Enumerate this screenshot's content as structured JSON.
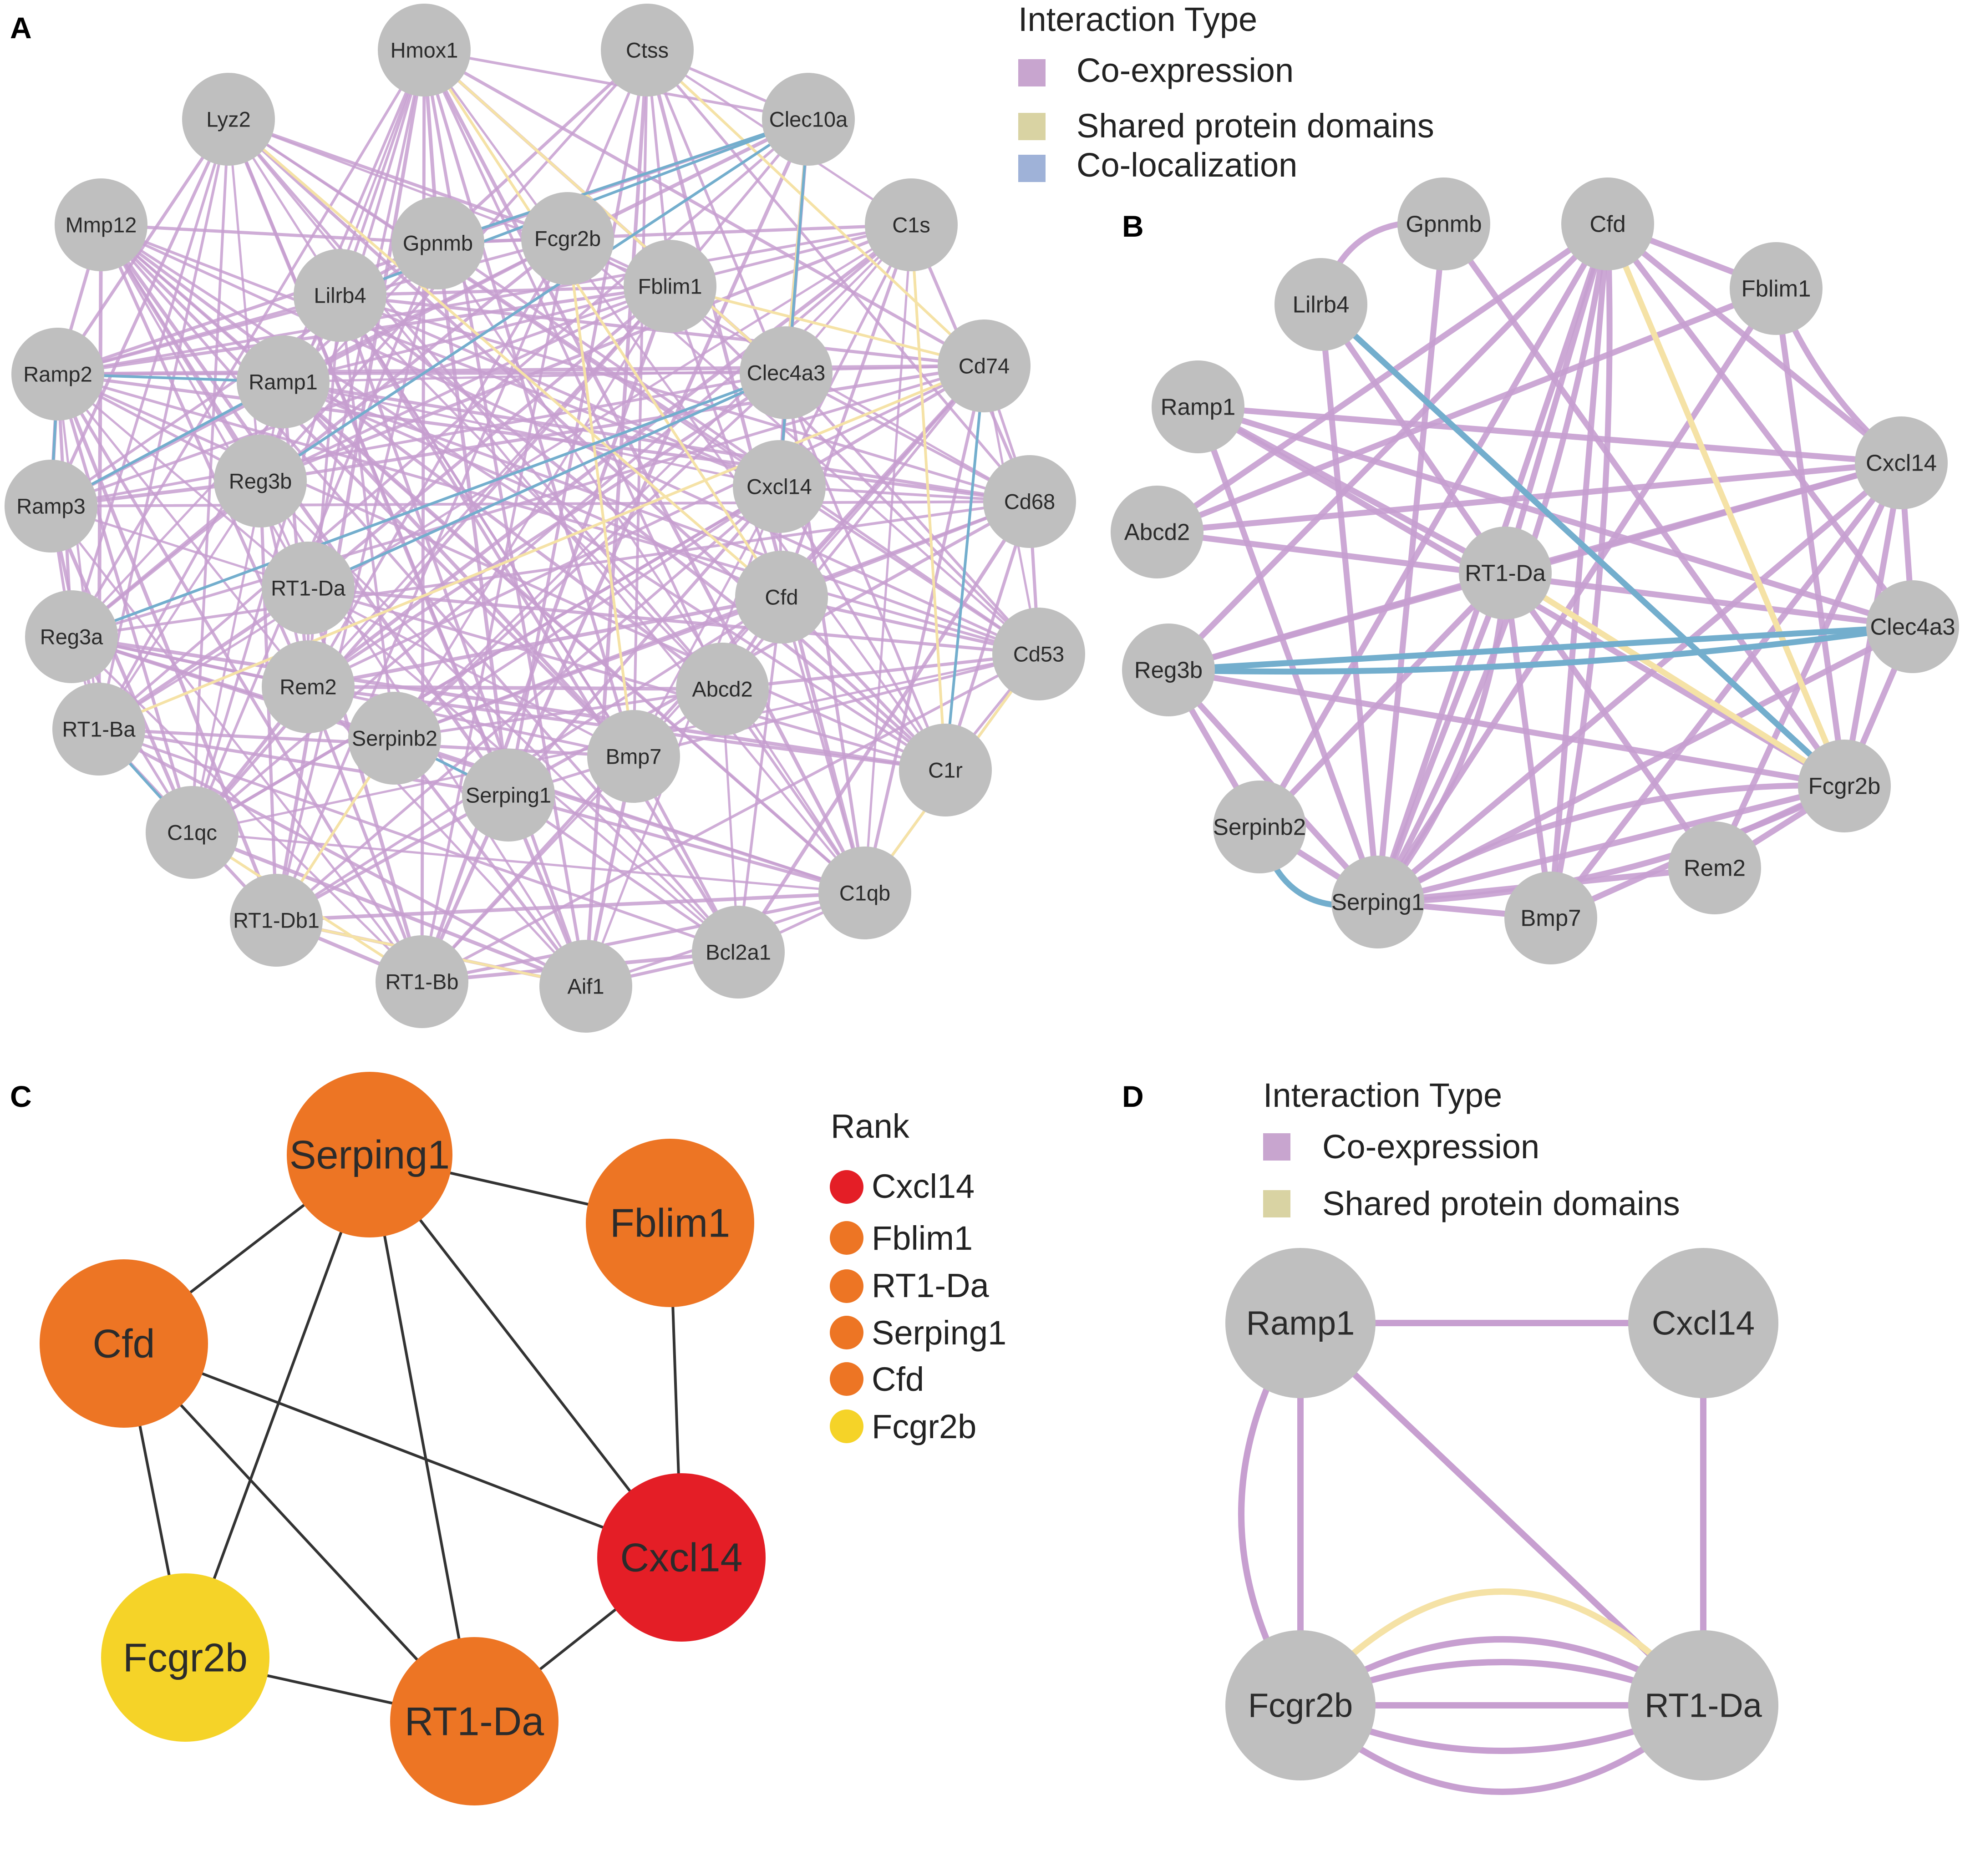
{
  "colors": {
    "node_gray": "#bfbfbf",
    "coexpression": "#c79fd0",
    "shared_domains": "#f5e2a6",
    "colocalization": "#73aecd",
    "rank_black_edge": "#333333"
  },
  "panel_a": {
    "letter": "A",
    "legend": {
      "title": "Interaction Type",
      "items": [
        {
          "label": "Co-expression",
          "color": "#c8a5cf"
        },
        {
          "label": "Shared protein domains",
          "color": "#d9d3a3"
        },
        {
          "label": "Co-localization",
          "color": "#9fb2d8"
        }
      ]
    },
    "nodes": [
      "Hmox1",
      "Ctss",
      "Lyz2",
      "Clec10a",
      "Mmp12",
      "C1s",
      "Gpnmb",
      "Fcgr2b",
      "Lilrb4",
      "Fblim1",
      "Ramp2",
      "Ramp1",
      "Clec4a3",
      "Cd74",
      "Ramp3",
      "Reg3b",
      "Cxcl14",
      "Cd68",
      "RT1-Da",
      "Cfd",
      "Reg3a",
      "Cd53",
      "Rem2",
      "Abcd2",
      "RT1-Ba",
      "Serpinb2",
      "Bmp7",
      "C1r",
      "Serping1",
      "C1qc",
      "C1qb",
      "RT1-Db1",
      "Bcl2a1",
      "RT1-Bb",
      "Aif1"
    ]
  },
  "panel_b": {
    "letter": "B",
    "nodes": [
      "Gpnmb",
      "Cfd",
      "Lilrb4",
      "Fblim1",
      "Ramp1",
      "Cxcl14",
      "Abcd2",
      "RT1-Da",
      "Clec4a3",
      "Reg3b",
      "Fcgr2b",
      "Serpinb2",
      "Rem2",
      "Serping1",
      "Bmp7"
    ]
  },
  "panel_c": {
    "letter": "C",
    "legend": {
      "title": "Rank",
      "items": [
        {
          "label": "Cxcl14",
          "color": "#e41e26"
        },
        {
          "label": "Fblim1",
          "color": "#ed7524"
        },
        {
          "label": "RT1-Da",
          "color": "#ed7524"
        },
        {
          "label": "Serping1",
          "color": "#ed7524"
        },
        {
          "label": "Cfd",
          "color": "#ed7524"
        },
        {
          "label": "Fcgr2b",
          "color": "#f5d328"
        }
      ]
    },
    "nodes": [
      {
        "label": "Serping1",
        "color": "#ed7524"
      },
      {
        "label": "Fblim1",
        "color": "#ed7524"
      },
      {
        "label": "Cfd",
        "color": "#ed7524"
      },
      {
        "label": "Cxcl14",
        "color": "#e41e26"
      },
      {
        "label": "Fcgr2b",
        "color": "#f5d328"
      },
      {
        "label": "RT1-Da",
        "color": "#ed7524"
      }
    ]
  },
  "panel_d": {
    "letter": "D",
    "legend": {
      "title": "Interaction Type",
      "items": [
        {
          "label": "Co-expression",
          "color": "#c8a5cf"
        },
        {
          "label": "Shared protein domains",
          "color": "#d9d3a3"
        }
      ]
    },
    "nodes": [
      "Ramp1",
      "Cxcl14",
      "Fcgr2b",
      "RT1-Da"
    ]
  }
}
